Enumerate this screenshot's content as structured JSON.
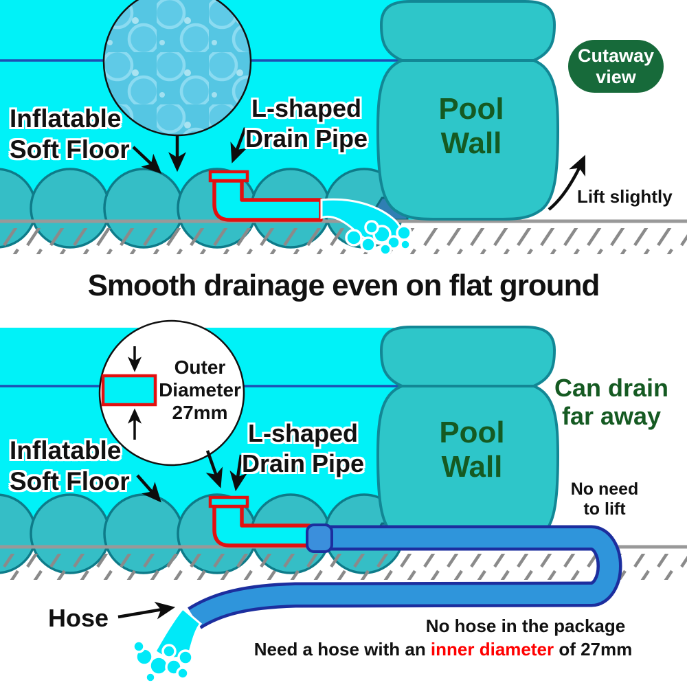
{
  "title": "Smooth drainage even on flat ground",
  "colors": {
    "water": "#00F2F8",
    "waterline": "#1D4FB3",
    "floor_bump": "#35BEC6",
    "floor_bump_outline": "#0E7B89",
    "floor_shadow": "#3E8CB8",
    "pool_wall": "#2EC6C9",
    "pool_wall_outline": "#128795",
    "pipe_outline_red": "#E31010",
    "hose_fill": "#2F95DB",
    "hose_outline": "#1C2E9E",
    "ground_gray": "#999999",
    "green_text": "#155A22",
    "badge_green": "#176A3A",
    "highlight_red": "#FF0000"
  },
  "top_panel": {
    "floor_label": "Inflatable\nSoft Floor",
    "pipe_label": "L-shaped\nDrain Pipe",
    "wall_label": "Pool\nWall",
    "badge_label": "Cutaway\nview",
    "lift_label": "Lift slightly"
  },
  "bottom_panel": {
    "magnifier_label": "Outer\nDiameter\n27mm",
    "floor_label": "Inflatable\nSoft Floor",
    "pipe_label": "L-shaped\nDrain Pipe",
    "wall_label": "Pool\nWall",
    "drain_label": "Can drain\nfar away",
    "no_lift_label": "No need\nto lift",
    "hose_label": "Hose",
    "note1": "No hose in the package",
    "note2_prefix": "Need a hose with an ",
    "note2_highlight": "inner diameter",
    "note2_suffix": " of 27mm"
  }
}
